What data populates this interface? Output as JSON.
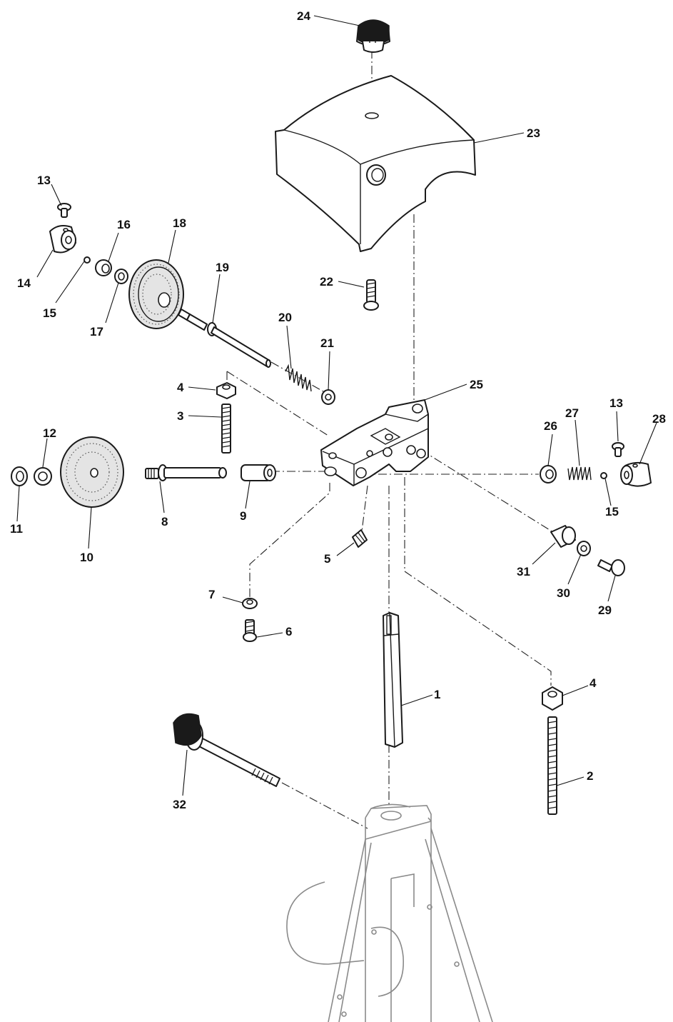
{
  "callouts": {
    "p1": "1",
    "p2": "2",
    "p3": "3",
    "p4a": "4",
    "p4b": "4",
    "p5": "5",
    "p6": "6",
    "p7": "7",
    "p8": "8",
    "p9": "9",
    "p10": "10",
    "p11": "11",
    "p12": "12",
    "p13a": "13",
    "p13b": "13",
    "p14": "14",
    "p15a": "15",
    "p15b": "15",
    "p16": "16",
    "p17": "17",
    "p18": "18",
    "p19": "19",
    "p20": "20",
    "p21": "21",
    "p22": "22",
    "p23": "23",
    "p24": "24",
    "p25": "25",
    "p26": "26",
    "p27": "27",
    "p28": "28",
    "p29": "29",
    "p30": "30",
    "p31": "31",
    "p32": "32"
  }
}
